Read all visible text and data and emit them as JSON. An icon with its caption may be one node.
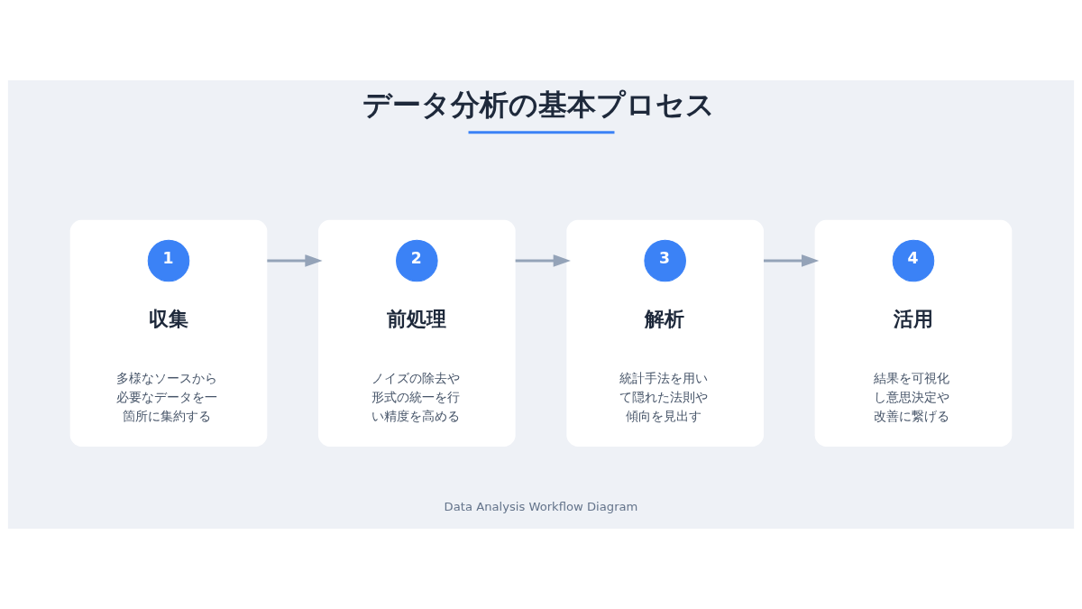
{
  "diagram": {
    "title": "データ分析の基本プロセス",
    "caption": "Data Analysis Workflow Diagram",
    "nodes": [
      {
        "text": [
          "収集",
          "多様なソースから必要なデータを一箇所に集約する"
        ]
      },
      {
        "text": [
          "1"
        ],
        "in": 0
      },
      {
        "text": [
          "前処理",
          "ノイズの除去や形式の統一を行い精度を高める"
        ]
      },
      {
        "text": [
          "2"
        ],
        "in": 2
      },
      {
        "text": [
          "解析",
          "統計手法を用いて隠れた法則や傾向を見出す"
        ]
      },
      {
        "text": [
          "3"
        ],
        "in": 4
      },
      {
        "text": [
          "活用",
          "結果を可視化し意思決定や改善に繋げる"
        ]
      },
      {
        "text": [
          "4"
        ],
        "in": 6
      }
    ],
    "edges": [
      {
        "from": 0,
        "to": 2,
        "arrow": "to"
      },
      {
        "from": 2,
        "to": 4,
        "arrow": "to"
      },
      {
        "from": 4,
        "to": 6,
        "arrow": "to"
      }
    ]
  }
}
